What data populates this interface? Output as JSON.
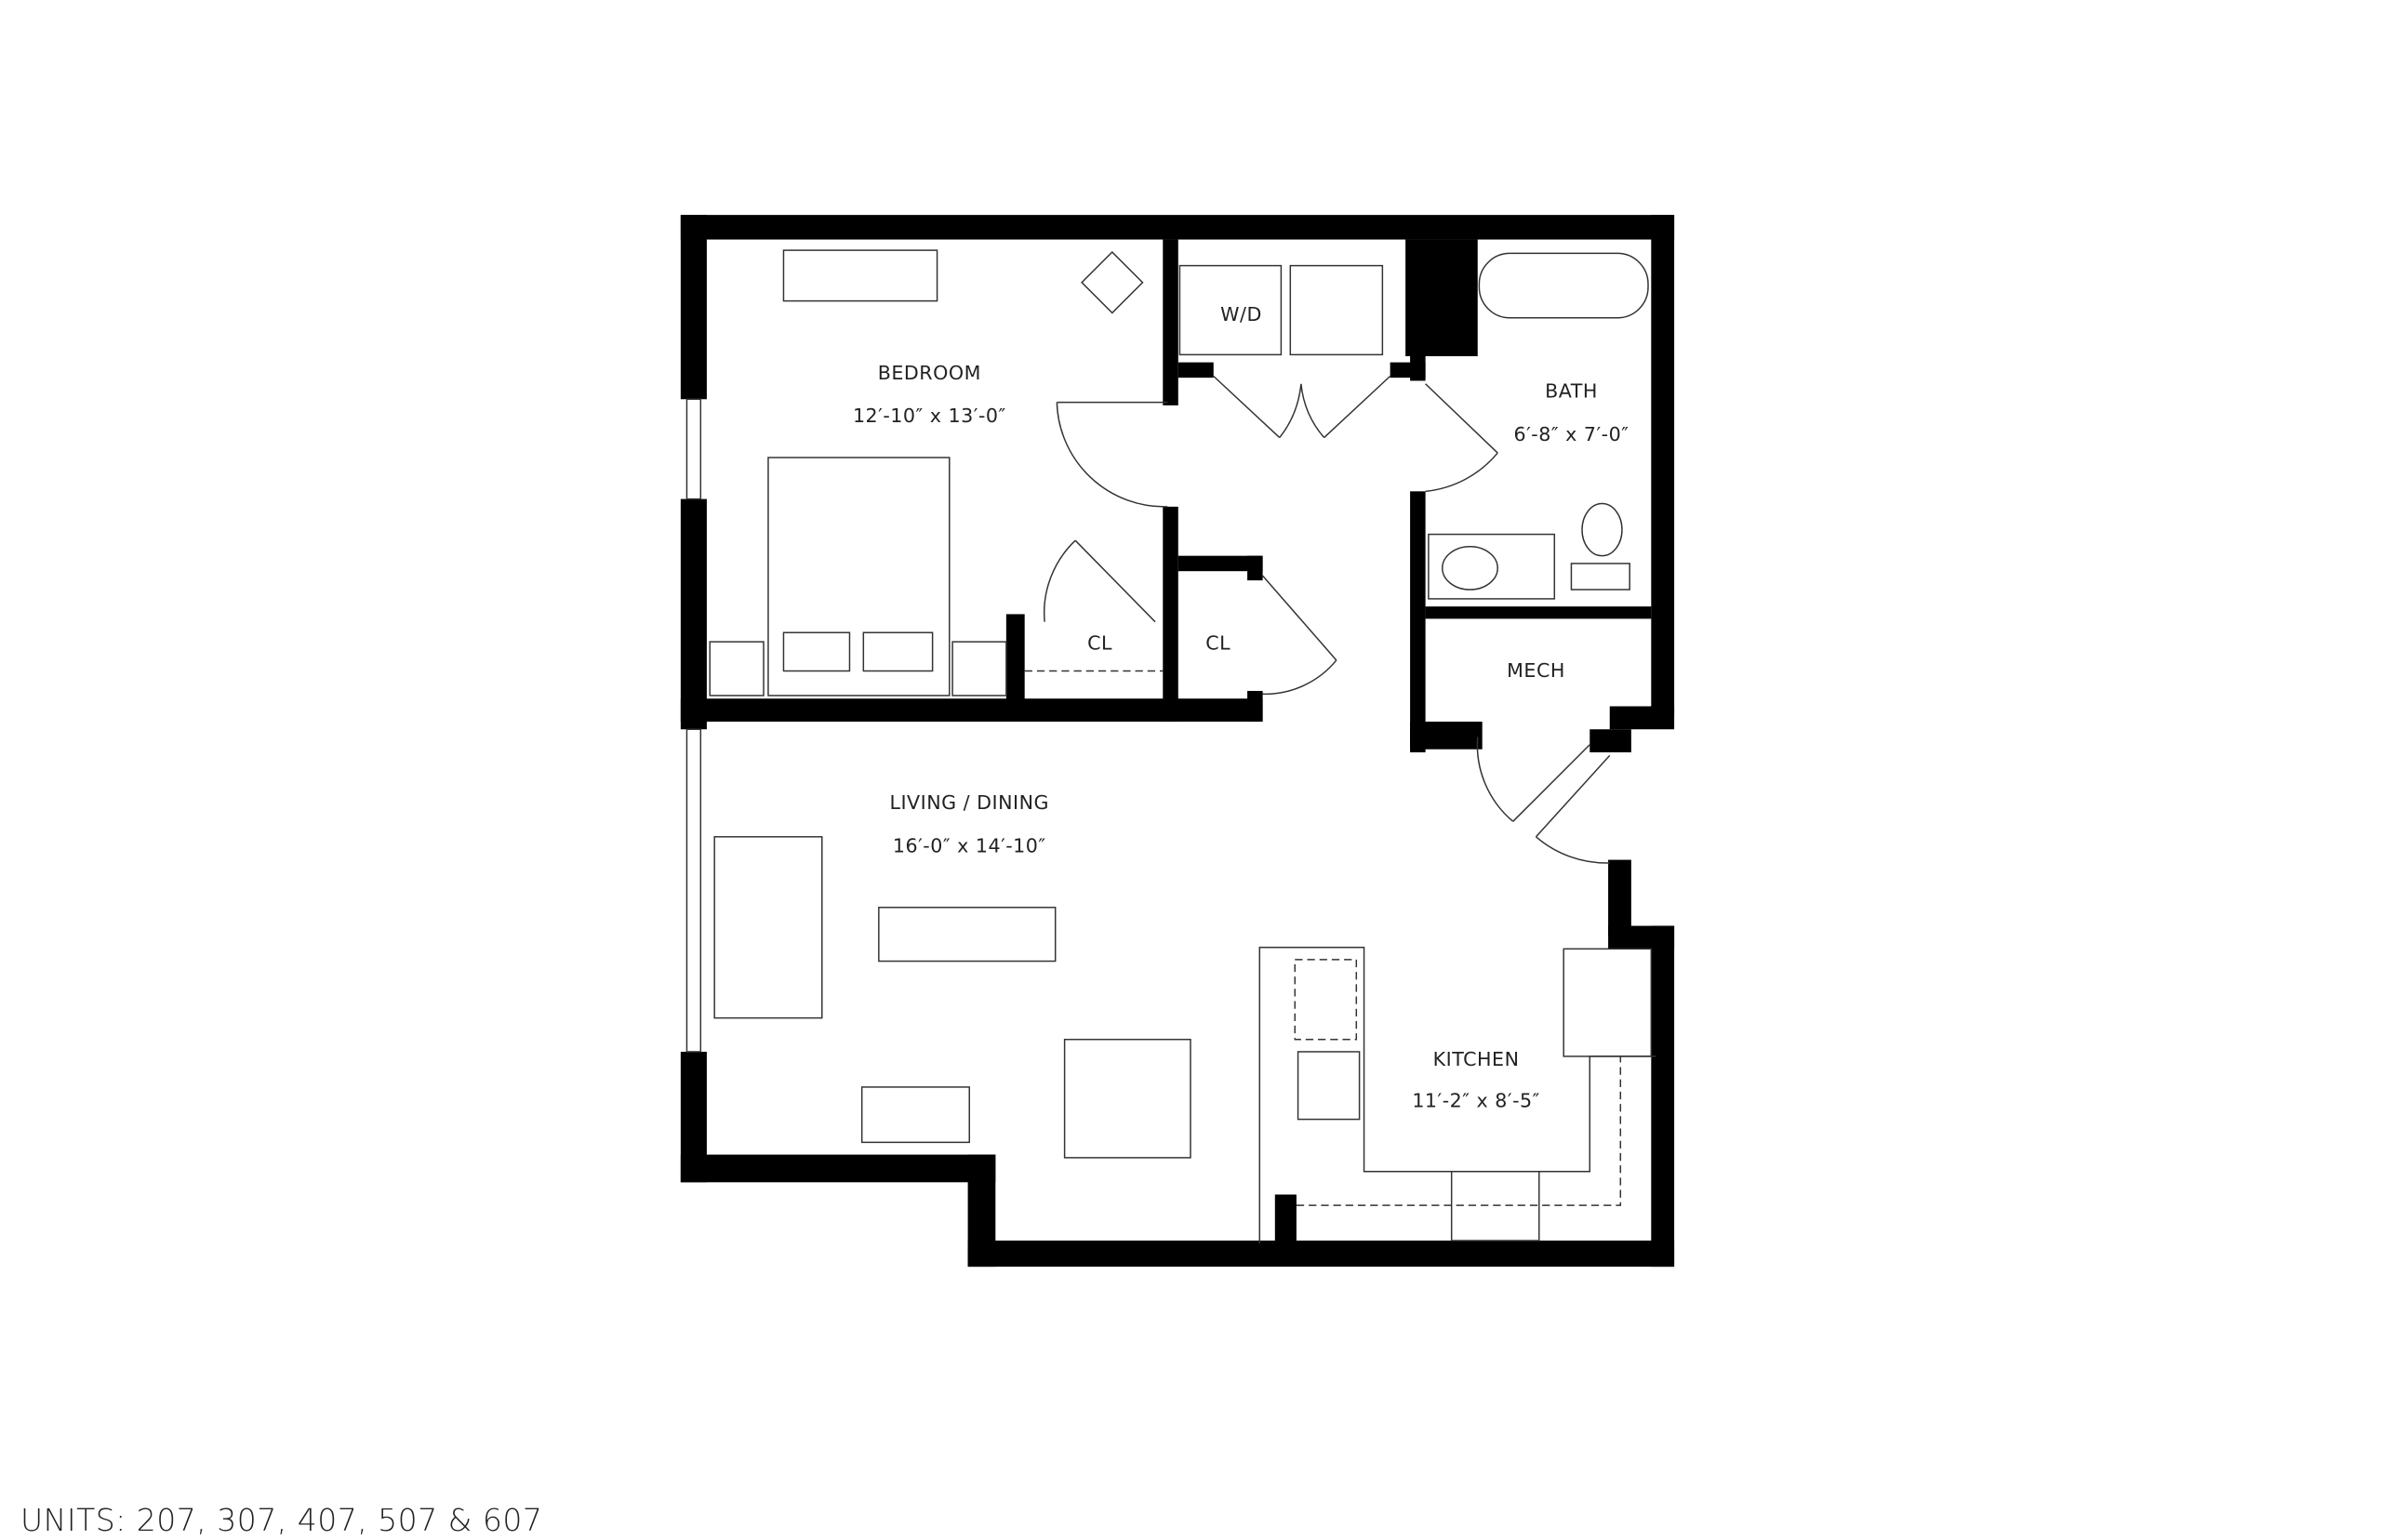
{
  "rooms": {
    "bedroom": {
      "name": "BEDROOM",
      "size": "12′-10″ x 13′-0″"
    },
    "bath": {
      "name": "BATH",
      "size": "6′-8″ x 7′-0″"
    },
    "closet1": {
      "name": "CL"
    },
    "closet2": {
      "name": "CL"
    },
    "laundry": {
      "name": "W/D"
    },
    "mech": {
      "name": "MECH"
    },
    "living": {
      "name": "LIVING / DINING",
      "size": "16′-0″ x 14′-10″"
    },
    "kitchen": {
      "name": "KITCHEN",
      "size": "11′-2″ x 8′-5″"
    }
  },
  "units": "UNITS: 207, 307, 407, 507 & 607"
}
